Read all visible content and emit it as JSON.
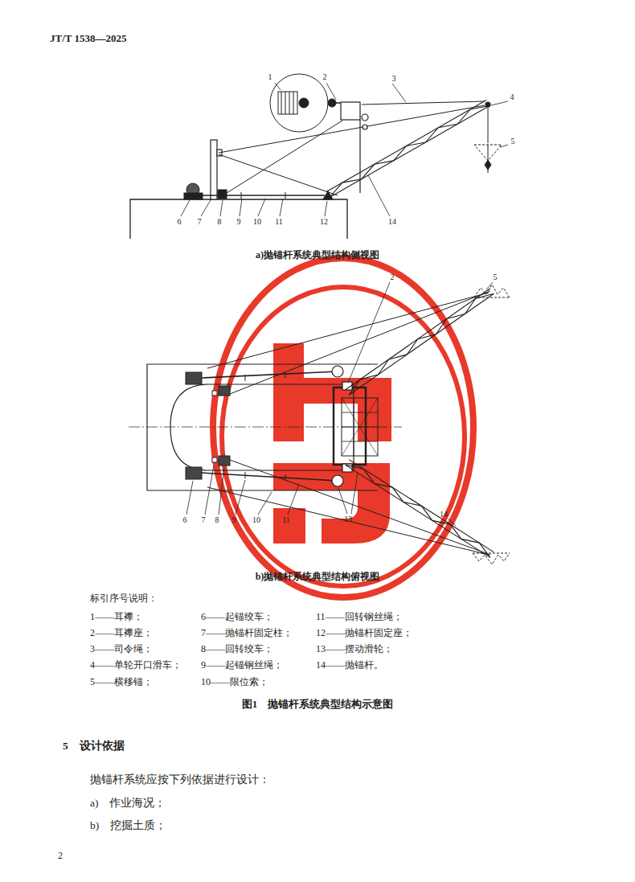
{
  "diagram": {
    "caption": "图1　抛锚杆系统典型结构示意图",
    "labels": [
      "JT/T 1538—2025",
      "1",
      "2",
      "3",
      "4",
      "5",
      "6",
      "7",
      "8",
      "9",
      "10",
      "11",
      "12",
      "14",
      "a)抛锚杆系统典型结构侧视图",
      "2",
      "5",
      "6",
      "7",
      "8",
      "9",
      "10",
      "11",
      "13",
      "14",
      "b)抛锚杆系统典型结构俯视图",
      "标引序号说明：",
      "1——耳襻；",
      "2——耳襻座；",
      "3——司令绳；",
      "4——单轮开口滑车；",
      "5——横移锚；",
      "6——起锚绞车；",
      "7——抛锚杆固定柱；",
      "8——回转绞车；",
      "9——起锚钢丝绳；",
      "10——限位索；",
      "11——回转钢丝绳；",
      "12——抛锚杆固定座；",
      "13——摆动滑轮；",
      "14——抛锚杆。",
      "5　设计依据",
      "抛锚杆系统应按下列依据进行设计：",
      "a)　作业海况；",
      "b)　挖掘土质；",
      "2"
    ]
  }
}
